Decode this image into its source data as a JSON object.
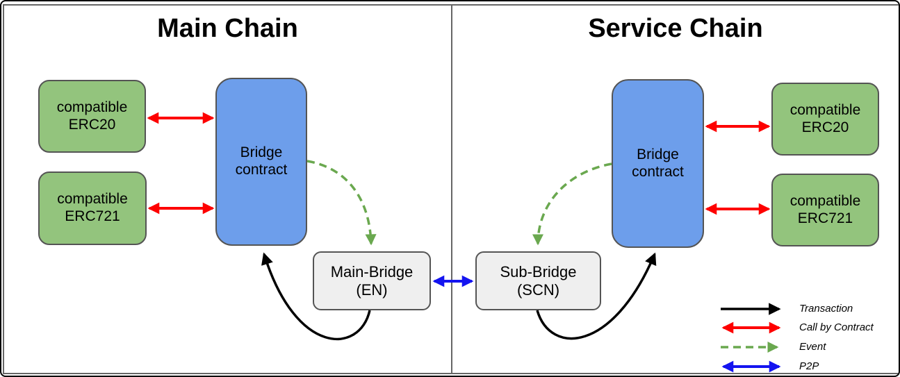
{
  "colors": {
    "box_green": "#93c47d",
    "box_blue": "#6d9eeb",
    "box_gray": "#efefef",
    "box_border": "#545454",
    "panel_border": "#666666",
    "frame_border": "#000000",
    "arrow_black": "#000000",
    "arrow_red": "#fe0000",
    "arrow_green": "#6aa84f",
    "arrow_blue": "#1414f0"
  },
  "main_chain": {
    "title": "Main Chain",
    "erc20_label": "compatible\nERC20",
    "erc721_label": "compatible\nERC721",
    "bridge_contract_label": "Bridge\ncontract",
    "bridge_node_label": "Main-Bridge\n(EN)"
  },
  "service_chain": {
    "title": "Service Chain",
    "erc20_label": "compatible\nERC20",
    "erc721_label": "compatible\nERC721",
    "bridge_contract_label": "Bridge\ncontract",
    "bridge_node_label": "Sub-Bridge\n(SCN)"
  },
  "legend": {
    "items": [
      {
        "label": "Transaction",
        "type": "black-solid-arrow"
      },
      {
        "label": "Call by Contract",
        "type": "red-double-arrow"
      },
      {
        "label": "Event",
        "type": "green-dashed-arrow"
      },
      {
        "label": "P2P",
        "type": "blue-double-arrow"
      }
    ]
  }
}
